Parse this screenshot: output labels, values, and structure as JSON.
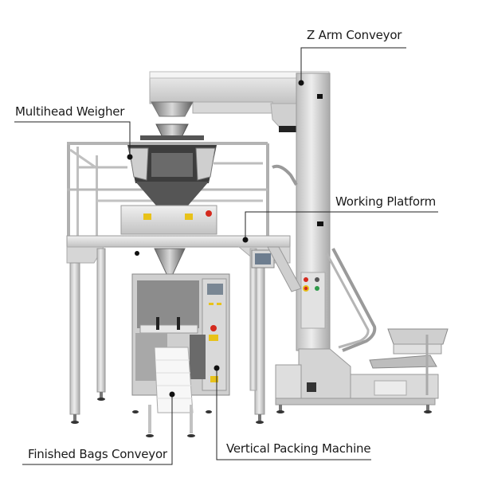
{
  "diagram": {
    "subject": "Multihead weigher vertical packing system",
    "labels": [
      {
        "id": "z_arm_conveyor",
        "text": "Z Arm Conveyor"
      },
      {
        "id": "multihead_weigher",
        "text": "Multihead Weigher"
      },
      {
        "id": "working_platform",
        "text": "Working Platform"
      },
      {
        "id": "finished_bags_conveyor",
        "text": "Finished Bags Conveyor"
      },
      {
        "id": "vertical_packing_machine",
        "text": "Vertical Packing Machine"
      }
    ]
  },
  "colors": {
    "background": "#ffffff",
    "text": "#1a1a1a",
    "leader_line": "#222222",
    "steel_light": "#e6e6e6",
    "steel_mid": "#c8c8c8",
    "steel_dark": "#8e8e8e",
    "warning_yellow": "#e8c21a",
    "stop_red": "#d42a1e",
    "indicator_green": "#2f9a4a"
  }
}
